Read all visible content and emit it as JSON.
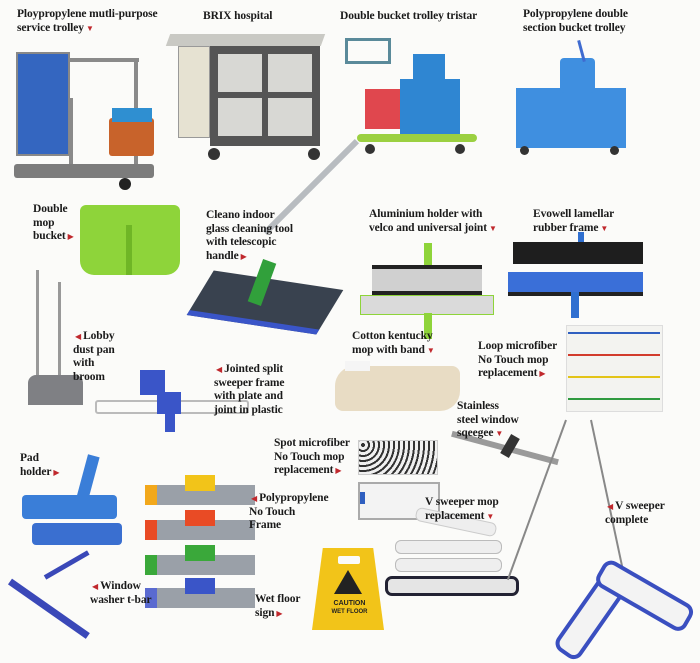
{
  "products": [
    {
      "id": "service-trolley",
      "lines": [
        "Ploypropylene mutli-purpose",
        "service trolley"
      ],
      "arrow": "down"
    },
    {
      "id": "brix-hospital",
      "lines": [
        "BRIX hospital"
      ],
      "arrow": ""
    },
    {
      "id": "double-bucket-trolley",
      "lines": [
        "Double bucket trolley tristar"
      ],
      "arrow": ""
    },
    {
      "id": "double-section-trolley",
      "lines": [
        "Polypropylene double",
        "section bucket trolley"
      ],
      "arrow": ""
    },
    {
      "id": "double-mop-bucket",
      "lines": [
        "Double",
        "mop",
        "bucket"
      ],
      "arrow": "right"
    },
    {
      "id": "cleano-glass-tool",
      "lines": [
        "Cleano indoor",
        "glass cleaning tool",
        "with telescopic",
        "handle"
      ],
      "arrow": "right"
    },
    {
      "id": "aluminium-holder",
      "lines": [
        "Aluminium holder with",
        "velco and universal joint"
      ],
      "arrow": "down"
    },
    {
      "id": "evowell-frame",
      "lines": [
        "Evowell lamellar",
        "rubber frame"
      ],
      "arrow": "down"
    },
    {
      "id": "lobby-dust-pan",
      "lines": [
        "Lobby",
        "dust pan",
        "with",
        "broom"
      ],
      "arrow": "left"
    },
    {
      "id": "jointed-sweeper",
      "lines": [
        "Jointed split",
        "sweeper frame",
        "with plate and",
        "joint in plastic"
      ],
      "arrow": "left"
    },
    {
      "id": "kentucky-mop",
      "lines": [
        "Cotton kentucky",
        "mop with band"
      ],
      "arrow": "down"
    },
    {
      "id": "loop-microfiber",
      "lines": [
        "Loop microfiber",
        "No Touch mop",
        "replacement"
      ],
      "arrow": "right"
    },
    {
      "id": "window-squeegee",
      "lines": [
        "Stainless",
        "steel window",
        "sqeegee"
      ],
      "arrow": "down"
    },
    {
      "id": "pad-holder",
      "lines": [
        "Pad",
        "holder"
      ],
      "arrow": "right"
    },
    {
      "id": "spot-microfiber",
      "lines": [
        "Spot microfiber",
        "No Touch mop",
        "replacement"
      ],
      "arrow": "right"
    },
    {
      "id": "no-touch-frame",
      "lines": [
        "Polypropylene",
        "No Touch",
        "Frame"
      ],
      "arrow": "left"
    },
    {
      "id": "v-sweeper-replacement",
      "lines": [
        "V sweeper mop",
        "replacement"
      ],
      "arrow": "down"
    },
    {
      "id": "v-sweeper-complete",
      "lines": [
        "V sweeper",
        "complete"
      ],
      "arrow": "left"
    },
    {
      "id": "window-tbar",
      "lines": [
        "Window",
        "washer t-bar"
      ],
      "arrow": "left"
    },
    {
      "id": "wet-floor-sign",
      "lines": [
        "Wet floor",
        "sign"
      ],
      "arrow": "right"
    }
  ],
  "sign_text": {
    "line1": "CAUTION",
    "line2": "WET FLOOR"
  },
  "colors": {
    "arrow": "#c0282d",
    "blue": "#3a55c8",
    "green": "#8ed43a",
    "yellow": "#f2c419"
  }
}
